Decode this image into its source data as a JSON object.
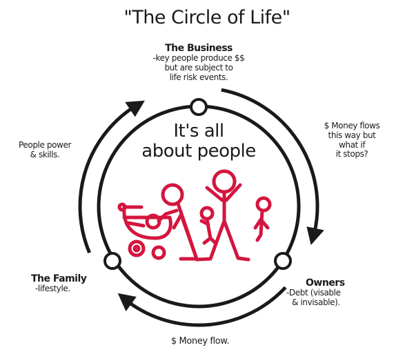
{
  "title": "\"The Circle of Life\"",
  "center_text": [
    "It's all",
    "about people"
  ],
  "nodes": {
    "business": {
      "heading": "The Business",
      "lines": [
        "-key people produce $$",
        "but are subject to",
        "life risk events."
      ]
    },
    "family": {
      "heading": "The Family",
      "lines": [
        "-lifestyle."
      ]
    },
    "owners": {
      "heading": "Owners",
      "lines": [
        "-Debt (visable",
        "& invisable)."
      ]
    }
  },
  "flows": {
    "left": [
      "People power",
      "& skills."
    ],
    "right": [
      "$ Money flows",
      "this way but",
      "what if",
      "it stops?"
    ],
    "bottom": "$ Money flow."
  },
  "colors": {
    "ink": "#1a1a1a",
    "figures": "#d3163f"
  }
}
